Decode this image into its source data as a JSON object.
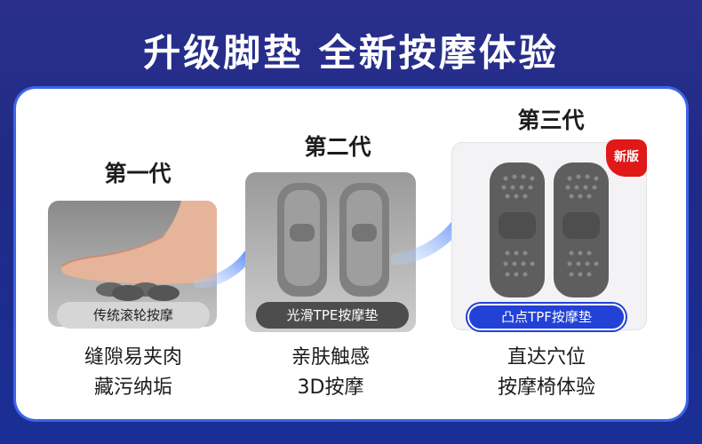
{
  "headline": "升级脚垫 全新按摩体验",
  "generations": [
    {
      "title": "第一代",
      "pill": "传统滚轮按摩",
      "desc_line1": "缝隙易夹肉",
      "desc_line2": "藏污纳垢"
    },
    {
      "title": "第二代",
      "pill": "光滑TPE按摩垫",
      "desc_line1": "亲肤触感",
      "desc_line2": "3D按摩"
    },
    {
      "title": "第三代",
      "pill": "凸点TPF按摩垫",
      "desc_line1": "直达穴位",
      "desc_line2": "按摩椅体验"
    }
  ],
  "badge": "新版",
  "colors": {
    "accent": "#2241d6",
    "badge": "#e01818",
    "background": "#1f2a86"
  }
}
